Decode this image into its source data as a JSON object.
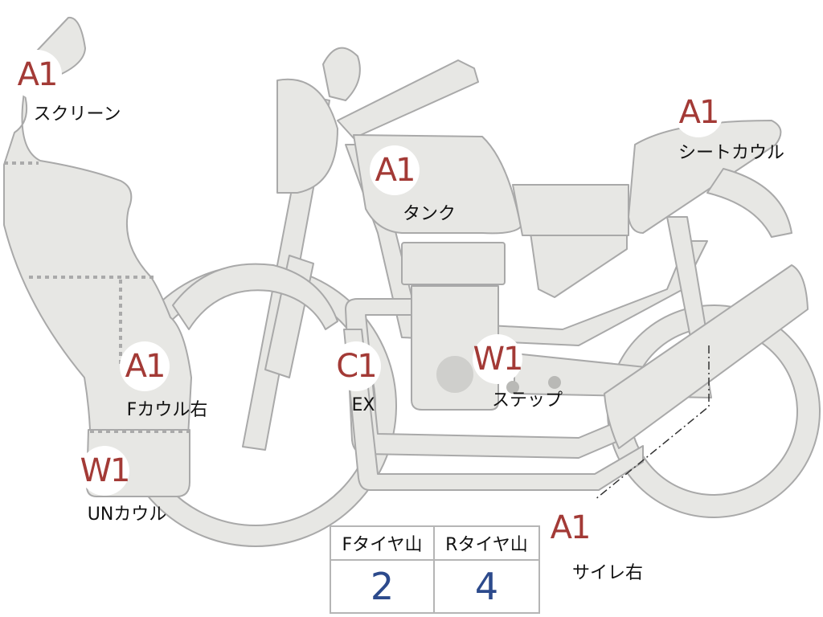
{
  "parts": [
    {
      "id": "screen",
      "grade": "A1",
      "label": "スクリーン"
    },
    {
      "id": "tank",
      "grade": "A1",
      "label": "タンク"
    },
    {
      "id": "seat-cowl",
      "grade": "A1",
      "label": "シートカウル"
    },
    {
      "id": "f-cowl-right",
      "grade": "A1",
      "label": "Fカウル右"
    },
    {
      "id": "ex",
      "grade": "C1",
      "label": "EX"
    },
    {
      "id": "step",
      "grade": "W1",
      "label": "ステップ"
    },
    {
      "id": "un-cowl",
      "grade": "W1",
      "label": "UNカウル"
    },
    {
      "id": "silencer-right",
      "grade": "A1",
      "label": "サイレ右"
    }
  ],
  "tire_table": {
    "front_header": "Fタイヤ山",
    "rear_header": "Rタイヤ山",
    "front_value": "2",
    "rear_value": "4"
  },
  "colors": {
    "body_fill": "#e7e7e4",
    "outline": "#a9a9a9",
    "grade_text": "#a33a36",
    "value_text": "#2c4a8c"
  }
}
